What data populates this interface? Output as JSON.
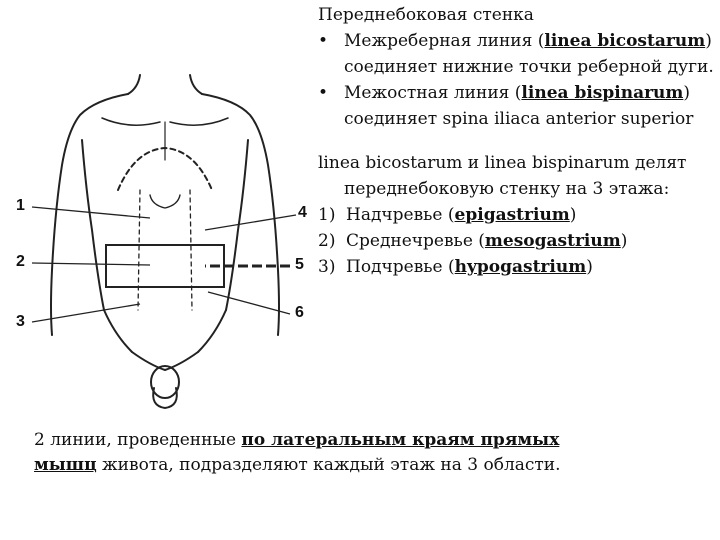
{
  "heading": "Переднебоковая стенка",
  "bullets": [
    {
      "mark": "•",
      "before": "Межреберная линия (",
      "bold": "linea bicostarum",
      "after": ") соединяет нижние точки реберной дуги."
    },
    {
      "mark": "•",
      "before": "Межостная линия (",
      "bold": "linea bispinarum",
      "after": ") соединяет spina iliaca anterior superior"
    }
  ],
  "intro": {
    "line1": "linea bicostarum и linea bispinarum делят",
    "line2": "переднебоковую стенку на 3 этажа:"
  },
  "floors": [
    {
      "num": "1)",
      "before": "Надчревье (",
      "bold": "epigastrium",
      "after": ")"
    },
    {
      "num": "2)",
      "before": "Среднечревье (",
      "bold": "mesogastrium",
      "after": ")"
    },
    {
      "num": "3)",
      "before": "Подчревье (",
      "bold": "hypogastrium",
      "after": ")"
    }
  ],
  "bottom_note": {
    "before": "2 линии, проведенные ",
    "emph1": "по латеральным краям прямых",
    "emph2": "мышц",
    "after": " живота, подразделяют каждый этаж  на 3 области."
  },
  "figure_labels": [
    "1",
    "2",
    "3",
    "4",
    "5",
    "6"
  ]
}
